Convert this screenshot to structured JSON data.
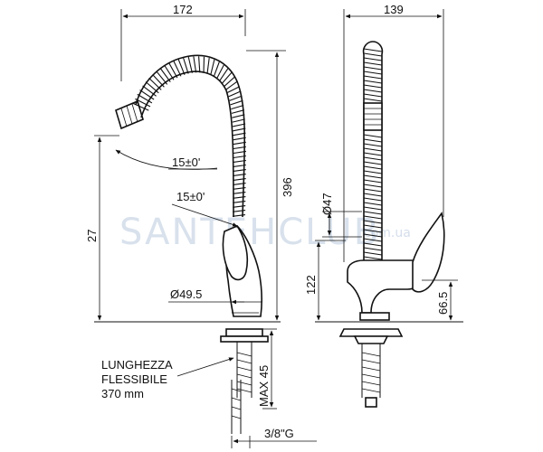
{
  "dimensions": {
    "width_left": "172",
    "width_right": "139",
    "height_total": "396",
    "height_spout": "27",
    "angle_upper": "15±0'",
    "angle_lower": "15±0'",
    "diameter_body": "Ø49.5",
    "diameter_handle": "Ø47",
    "height_122": "122",
    "height_66": "66.5",
    "max_45": "MAX 45",
    "thread": "3/8\"G"
  },
  "notes": {
    "line1": "LUNGHEZZA",
    "line2": "FLESSIBILE",
    "line3": "370 mm"
  },
  "watermark": {
    "main": "SANTEHCLUB",
    "suffix": "com.ua"
  }
}
